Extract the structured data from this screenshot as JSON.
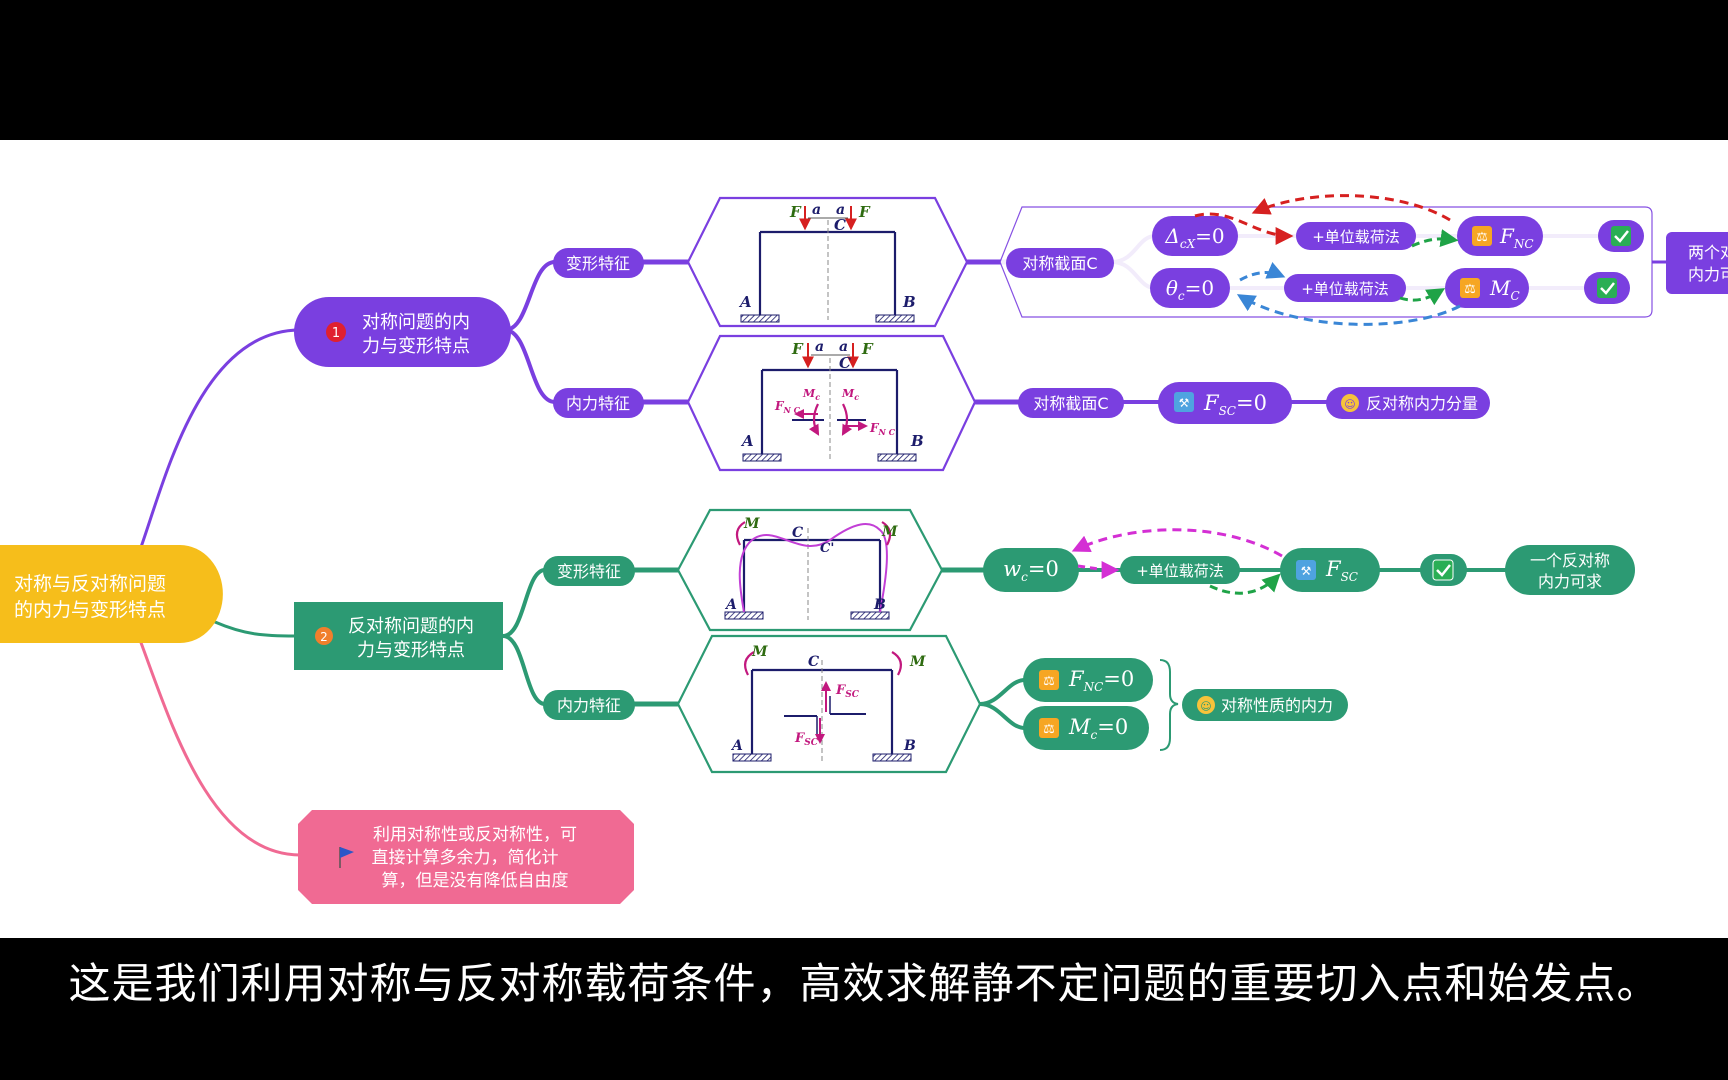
{
  "colors": {
    "central": "#F6BE1B",
    "purple": "#7A3FE0",
    "green": "#2C9A73",
    "pink": "#F06A93",
    "ink": "#1C1C6B",
    "magenta": "#B02FC9"
  },
  "central": {
    "line1": "对称与反对称问题",
    "line2": "的内力与变形特点"
  },
  "branch1": {
    "number": "1",
    "line1": "对称问题的内",
    "line2": "力与变形特点",
    "deform_label": "变形特征",
    "internal_label": "内力特征",
    "deform": {
      "section_label": "对称截面C",
      "row1": {
        "formula_main": "Δ",
        "formula_sub": "cX",
        "formula_tail": "=0",
        "method": "+单位载荷法",
        "result_main": "F",
        "result_sub": "NC"
      },
      "row2": {
        "formula_main": "θ",
        "formula_sub": "c",
        "formula_tail": "=0",
        "method": "+单位载荷法",
        "result_main": "M",
        "result_sub": "C"
      },
      "conclusion_line1": "两个对",
      "conclusion_line2": "内力可"
    },
    "internal": {
      "section_label": "对称截面C",
      "formula_main": "F",
      "formula_sub": "SC",
      "formula_tail": "=0",
      "result": "反对称内力分量"
    }
  },
  "branch2": {
    "number": "2",
    "line1": "反对称问题的内",
    "line2": "力与变形特点",
    "deform_label": "变形特征",
    "internal_label": "内力特征",
    "deform": {
      "formula_main": "w",
      "formula_sub": "c",
      "formula_tail": "=0",
      "method": "+单位载荷法",
      "result_main": "F",
      "result_sub": "SC",
      "conclusion_line1": "一个反对称",
      "conclusion_line2": "内力可求"
    },
    "internal": {
      "f1_main": "F",
      "f1_sub": "NC",
      "f1_tail": "=0",
      "f2_main": "M",
      "f2_sub": "c",
      "f2_tail": "=0",
      "result": "对称性质的内力"
    }
  },
  "branch3": {
    "line1": "利用对称性或反对称性，可",
    "line2": "直接计算多余力，简化计",
    "line3": "算，但是没有降低自由度"
  },
  "figures": {
    "fig1": {
      "F_left": "F",
      "F_right": "F",
      "a_left": "a",
      "a_right": "a",
      "C": "C",
      "A": "A",
      "B": "B"
    },
    "fig2": {
      "F_left": "F",
      "F_right": "F",
      "a_left": "a",
      "a_right": "a",
      "C": "C",
      "A": "A",
      "B": "B",
      "Mc_left": "M",
      "Mc_left_sub": "c",
      "Mc_right": "M",
      "Mc_right_sub": "c",
      "Fnc_left": "F",
      "Fnc_left_sub": "N C",
      "Fnc_right": "F",
      "Fnc_right_sub": "N C"
    },
    "fig3": {
      "M_left": "M",
      "M_right": "M",
      "C": "C",
      "C_prime": "C'",
      "A": "A",
      "B": "B"
    },
    "fig4": {
      "M_left": "M",
      "M_right": "M",
      "C": "C",
      "A": "A",
      "B": "B",
      "Fsc_top": "F",
      "Fsc_top_sub": "SC",
      "Fsc_bot": "F",
      "Fsc_bot_sub": "SC"
    }
  },
  "subtitle": "这是我们利用对称与反对称载荷条件，高效求解静不定问题的重要切入点和始发点。"
}
